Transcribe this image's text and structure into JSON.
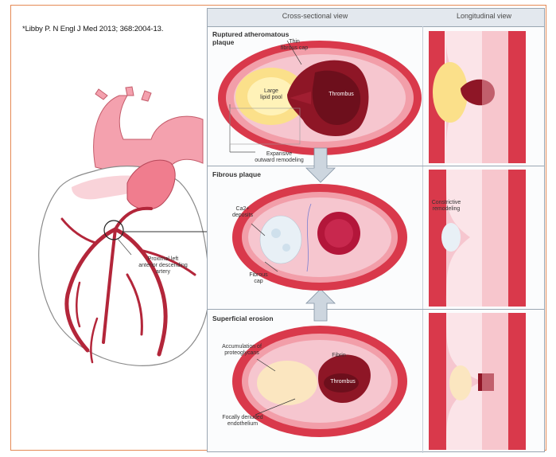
{
  "citation": "*Libby P. N Engl J Med 2013; 368:2004-13.",
  "columns": {
    "cross_sectional": "Cross-sectional view",
    "longitudinal": "Longitudinal view"
  },
  "sections": {
    "rupture": {
      "title_line1": "Ruptured atheromatous",
      "title_line2": "plaque",
      "thin_cap": "Thin",
      "fibrous_cap": "fibrous cap",
      "lipid_pool_1": "Large",
      "lipid_pool_2": "lipid pool",
      "thrombus": "Thrombus",
      "remodel_1": "Expansive",
      "remodel_2": "outward remodeling"
    },
    "fibrous": {
      "title": "Fibrous plaque",
      "ca_1": "Ca2+",
      "ca_2": "deposits",
      "cap_1": "Fibrous",
      "cap_2": "cap",
      "constrictive_1": "Constrictive",
      "constrictive_2": "remodeling"
    },
    "erosion": {
      "title": "Superficial erosion",
      "accum_1": "Accumulation of",
      "accum_2": "proteoglycans",
      "thrombus": "Thrombus",
      "fibrin": "Fibrin",
      "denuded_1": "Focally denuded",
      "denuded_2": "endothelium"
    }
  },
  "heart": {
    "artery_label_1": "Proximal left",
    "artery_label_2": "anterior descending",
    "artery_label_3": "artery"
  },
  "colors": {
    "frame": "#e58a55",
    "vessel_wall": "#d9394b",
    "intima": "#f6c6cf",
    "lipid": "#fbe08a",
    "thrombus": "#8e1626",
    "heart": "#f07d8e"
  }
}
